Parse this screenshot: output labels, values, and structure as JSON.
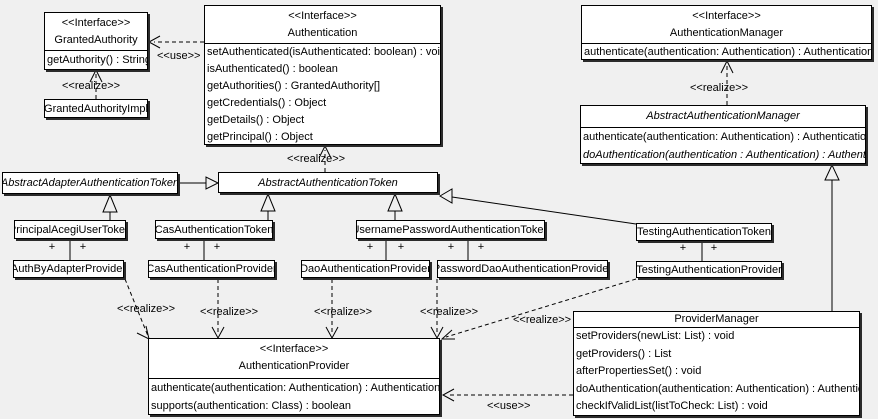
{
  "colors": {
    "background": "#f0f0f0",
    "box_fill": "#ffffff",
    "line": "#000000",
    "shadow": "#2b2b2b"
  },
  "labels": {
    "realize": "<<realize>>",
    "use": "<<use>>",
    "interface_stereotype": "<<Interface>>",
    "plus": "+"
  },
  "classes": {
    "granted_authority": {
      "stereotype": "<<Interface>>",
      "name": "GrantedAuthority",
      "methods": [
        "getAuthority() : String"
      ]
    },
    "granted_authority_impl": {
      "name": "GrantedAuthorityImpl"
    },
    "authentication": {
      "stereotype": "<<Interface>>",
      "name": "Authentication",
      "methods": [
        "setAuthenticated(isAuthenticated: boolean) : void",
        "isAuthenticated() : boolean",
        "getAuthorities() : GrantedAuthority[]",
        "getCredentials() : Object",
        "getDetails() : Object",
        "getPrincipal() : Object"
      ]
    },
    "authentication_manager": {
      "stereotype": "<<Interface>>",
      "name": "AuthenticationManager",
      "methods": [
        "authenticate(authentication: Authentication) : Authentication"
      ]
    },
    "abstract_authentication_manager": {
      "name": "AbstractAuthenticationManager",
      "methods": [
        "authenticate(authentication: Authentication) : Authentication",
        "doAuthentication(authentication : Authentication) : Authentication"
      ]
    },
    "abstract_adapter_authentication_token": {
      "name": "AbstractAdapterAuthenticationToken"
    },
    "abstract_authentication_token": {
      "name": "AbstractAuthenticationToken"
    },
    "principal_acegi_user_token": {
      "name": "PrincipalAcegiUserToken"
    },
    "cas_authentication_token": {
      "name": "CasAuthenticationToken"
    },
    "username_password_authentication_token": {
      "name": "UsernamePasswordAuthenticationToken"
    },
    "testing_authentication_token": {
      "name": "TestingAuthenticationToken"
    },
    "auth_by_adapter_provider": {
      "name": "AuthByAdapterProvider"
    },
    "cas_authentication_provider": {
      "name": "CasAuthenticationProvider"
    },
    "dao_authentication_provider": {
      "name": "DaoAuthenticationProvider"
    },
    "password_dao_authentication_provider": {
      "name": "PasswordDaoAuthenticationProvider"
    },
    "testing_authentication_provider": {
      "name": "TestingAuthenticationProvider"
    },
    "authentication_provider": {
      "stereotype": "<<Interface>>",
      "name": "AuthenticationProvider",
      "methods": [
        "authenticate(authentication: Authentication) : Authentication",
        "supports(authentication: Class) : boolean"
      ]
    },
    "provider_manager": {
      "name": "ProviderManager",
      "methods": [
        "setProviders(newList: List) : void",
        "getProviders() : List",
        "afterPropertiesSet() : void",
        "doAuthentication(authentication: Authentication) : Authentication",
        "checkIfValidList(listToCheck: List) : void"
      ]
    }
  }
}
